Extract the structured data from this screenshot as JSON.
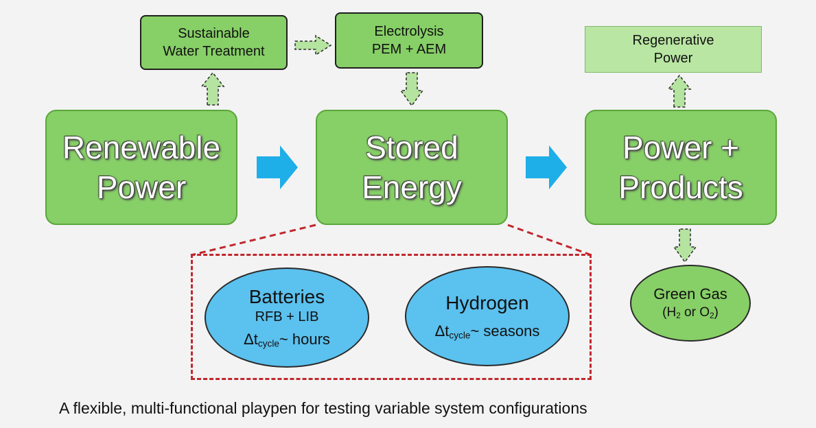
{
  "nodes": {
    "water_treatment": {
      "line1": "Sustainable",
      "line2": "Water Treatment"
    },
    "electrolysis": {
      "line1": "Electrolysis",
      "line2": "PEM + AEM"
    },
    "regenerative": {
      "line1": "Regenerative",
      "line2": "Power"
    },
    "renewable": {
      "line1": "Renewable",
      "line2": "Power"
    },
    "stored": {
      "line1": "Stored",
      "line2": "Energy"
    },
    "power_products": {
      "line1": "Power +",
      "line2": "Products"
    },
    "batteries": {
      "title": "Batteries",
      "subtitle": "RFB + LIB",
      "delta": "Δt",
      "sub": "cycle",
      "tail": "~ hours"
    },
    "hydrogen": {
      "title": "Hydrogen",
      "delta": "Δt",
      "sub": "cycle",
      "tail": "~ seasons"
    },
    "green_gas": {
      "title": "Green Gas",
      "open": "(H",
      "h_sub": "2",
      "mid": " or O",
      "o_sub": "2",
      "close": ")"
    }
  },
  "caption": "A flexible, multi-functional playpen for testing variable system configurations",
  "colors": {
    "box_green": "#87cf67",
    "pale_green": "#b9e6a3",
    "ellipse_blue": "#5bc1ee",
    "arrow_blue": "#1eaee8",
    "dash_red": "#c0272d"
  }
}
